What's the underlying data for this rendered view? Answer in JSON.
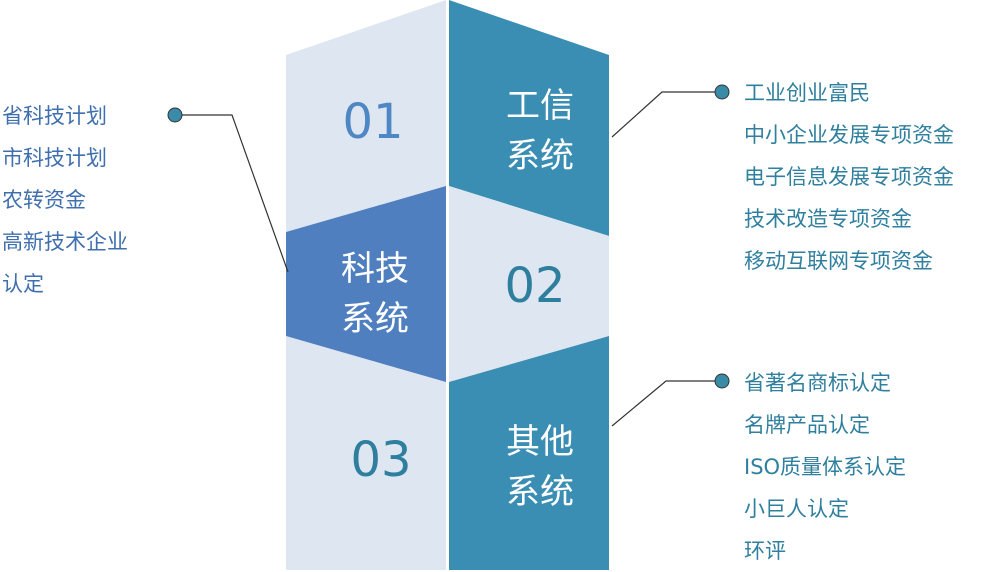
{
  "colors": {
    "light_panel": "#dde6f1",
    "light_panel_edge": "#cdd9e8",
    "blue_panel": "#4f7fbf",
    "teal_panel": "#3a8db3",
    "left_text": "#3f6fae",
    "right_text": "#2f7f9e",
    "number_blue": "#4f86c4",
    "number_teal": "#2e7e9d",
    "dot": "#3a8ba8",
    "line": "#333333"
  },
  "panels": {
    "left_top_number": "01",
    "right_top_title_line1": "工信",
    "right_top_title_line2": "系统",
    "left_middle_title_line1": "科技",
    "left_middle_title_line2": "系统",
    "right_middle_number": "02",
    "left_bottom_number": "03",
    "right_bottom_title_line1": "其他",
    "right_bottom_title_line2": "系统"
  },
  "left_list": [
    "省科技计划",
    "市科技计划",
    "农转资金",
    "高新技术企业",
    "认定"
  ],
  "right_top_list": [
    "工业创业富民",
    "中小企业发展专项资金",
    "电子信息发展专项资金",
    "技术改造专项资金",
    "移动互联网专项资金"
  ],
  "right_bottom_list": [
    "省著名商标认定",
    "名牌产品认定",
    "ISO质量体系认定",
    "小巨人认定",
    "环评"
  ]
}
